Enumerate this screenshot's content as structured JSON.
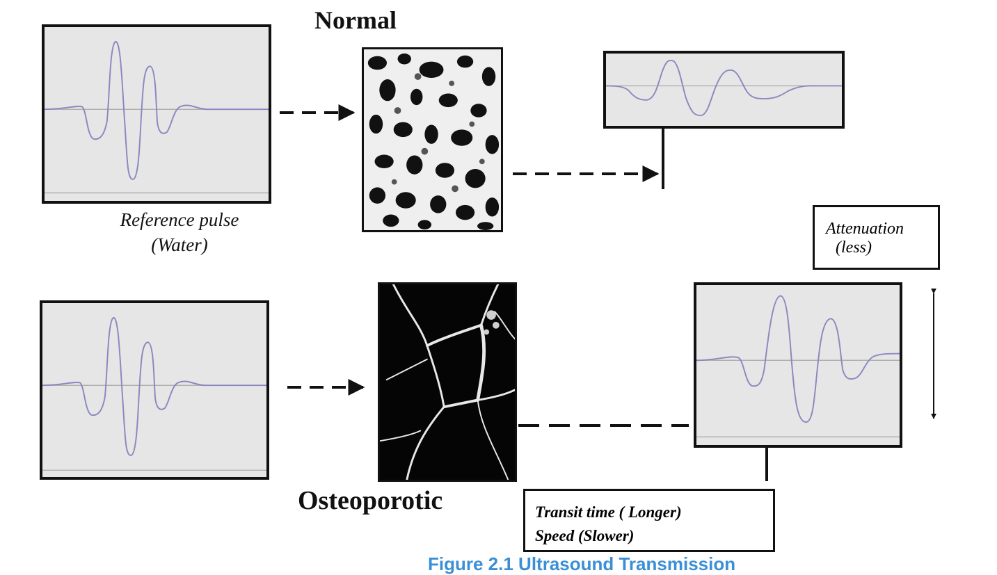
{
  "headings": {
    "normal": "Normal",
    "osteoporotic": "Osteoporotic"
  },
  "reference_label": {
    "line1": "Reference pulse",
    "line2": "(Water)"
  },
  "attenuation_note": {
    "line1": "Attenuation",
    "line2": "(less)"
  },
  "transit_note": {
    "line1": "Transit time ( Longer)",
    "line2": "Speed (Slower)"
  },
  "caption": "Figure 2.1 Ultrasound Transmission",
  "colors": {
    "waveform": "#8a88c0",
    "baseline": "#a9a9a9",
    "panel_bg": "#e6e6e6",
    "frame": "#111111",
    "caption": "#3a8fd6"
  }
}
